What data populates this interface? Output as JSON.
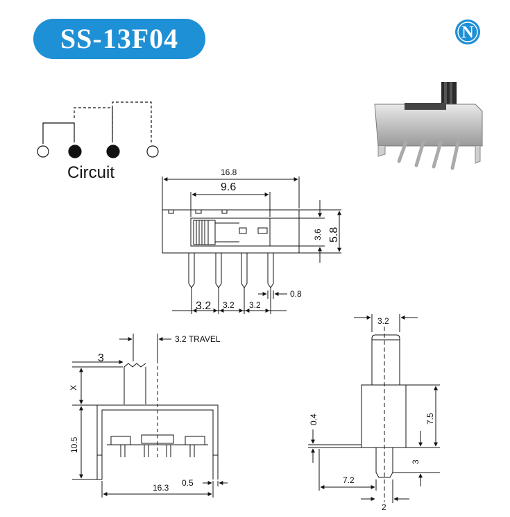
{
  "header": {
    "title": "SS-13F04",
    "logo_letter": "N",
    "brand_color": "#1e90d6"
  },
  "circuit": {
    "label": "Circuit"
  },
  "front_view": {
    "overall_width": "16.8",
    "slot_width": "9.6",
    "height_inner": "3.6",
    "height_outer": "5.8",
    "pin_width": "0.8",
    "pitch_1": "3.2",
    "pitch_2": "3.2",
    "pitch_3": "3.2"
  },
  "bottom_left_view": {
    "travel": "3.2 TRAVEL",
    "actuator_offset": "3",
    "actuator_height": "X",
    "body_height": "10.5",
    "body_width": "16.3",
    "pin_offset": "0.5"
  },
  "side_view": {
    "actuator_width": "3.2",
    "body_height": "7.5",
    "tab_thickness": "0.4",
    "pin_height": "3",
    "tab_length": "7.2",
    "pin_width": "2"
  }
}
